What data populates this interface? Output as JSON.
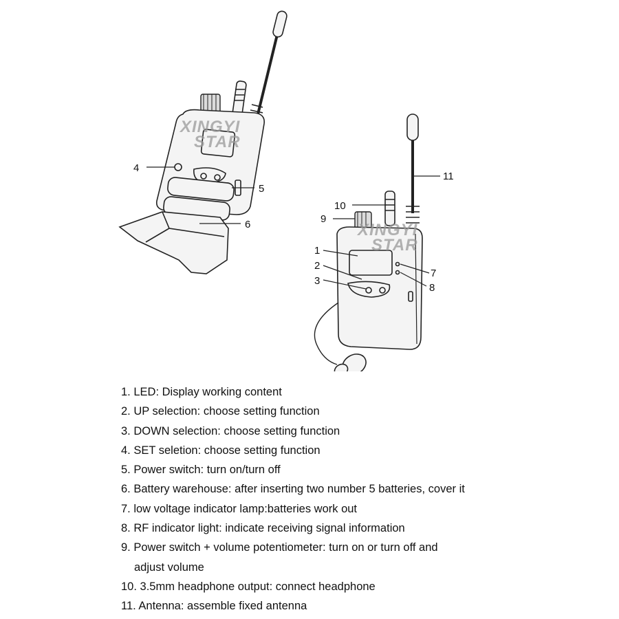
{
  "watermark": {
    "line1": "XINGYI",
    "line2": "STAR"
  },
  "callouts": [
    "1",
    "2",
    "3",
    "4",
    "5",
    "6",
    "7",
    "8",
    "9",
    "10",
    "11"
  ],
  "legend": [
    {
      "num": "1. LED:",
      "text": " Display working content"
    },
    {
      "num": "2. UP selection:",
      "text": " choose setting function"
    },
    {
      "num": "3. DOWN selection:",
      "text": " choose setting function"
    },
    {
      "num": "4. SET seletion:",
      "text": " choose setting function"
    },
    {
      "num": "5. Power switch:",
      "text": " turn on/turn off"
    },
    {
      "num": "6. Battery warehouse:",
      "text": " after inserting two number 5 batteries, cover it"
    },
    {
      "num": "7. low voltage indicator lamp:",
      "text": "batteries work out"
    },
    {
      "num": "8. RF indicator light:",
      "text": " indicate receiving signal information"
    },
    {
      "num": "9. Power switch + volume potentiometer:",
      "text": " turn on or turn off and",
      "cont": "adjust volume"
    },
    {
      "num": "10. 3.5mm headphone output:",
      "text": " connect headphone"
    },
    {
      "num": "11. Antenna:",
      "text": " assemble fixed antenna"
    }
  ]
}
